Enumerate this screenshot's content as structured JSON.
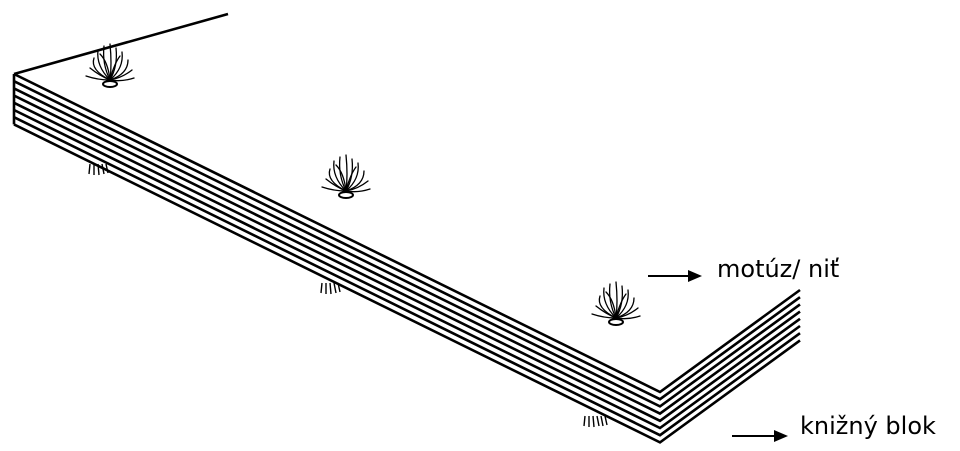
{
  "labels": {
    "twine": "motúz/ niť",
    "book_block": "knižný blok"
  },
  "colors": {
    "stroke": "#000000",
    "background": "#ffffff"
  },
  "sheet_count": 8,
  "tuft_count": 3
}
